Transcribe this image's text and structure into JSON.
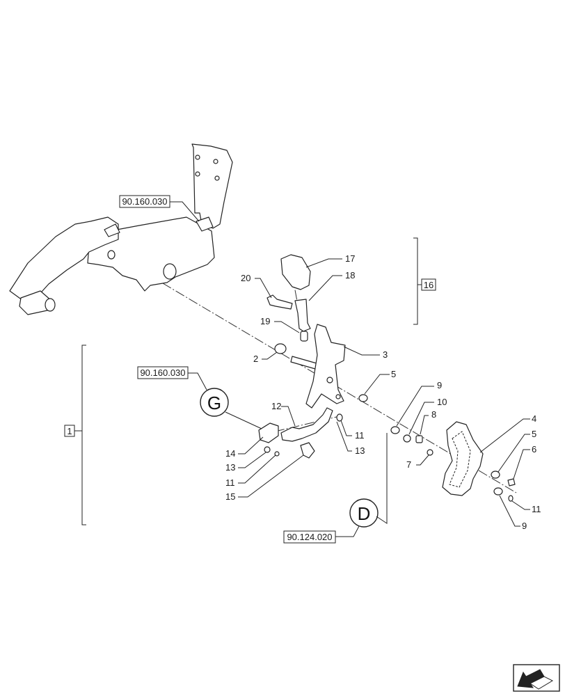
{
  "ref_boxes": {
    "ref_top": "90.160.030",
    "ref_mid": "90.160.030",
    "ref_bottom": "90.124.020",
    "group_left": "1",
    "group_right": "16"
  },
  "circles": {
    "circle_g": "G",
    "circle_d": "D"
  },
  "labels": {
    "l2": "2",
    "l3": "3",
    "l4": "4",
    "l5a": "5",
    "l5b": "5",
    "l6": "6",
    "l7": "7",
    "l8": "8",
    "l9a": "9",
    "l9b": "9",
    "l10": "10",
    "l11a": "11",
    "l11b": "11",
    "l11c": "11",
    "l12": "12",
    "l13a": "13",
    "l13b": "13",
    "l14": "14",
    "l15": "15",
    "l17": "17",
    "l18": "18",
    "l19": "19",
    "l20": "20"
  },
  "nav_icon": "arrow-navigation-icon"
}
